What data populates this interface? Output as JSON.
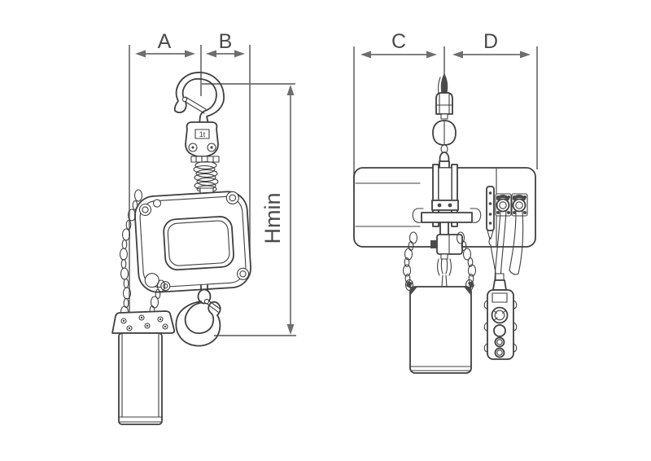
{
  "drawing": {
    "labels": {
      "dim_a": "A",
      "dim_b": "B",
      "dim_c": "C",
      "dim_d": "D",
      "dim_hmin": "Hmin",
      "hook_tag": "1t"
    },
    "colors": {
      "background": "#ffffff",
      "line": "#3f3f3f",
      "dimension_line": "#6e6e6e",
      "label_text": "#4a4a4a",
      "dark_fill": "#4a4a4a"
    }
  }
}
